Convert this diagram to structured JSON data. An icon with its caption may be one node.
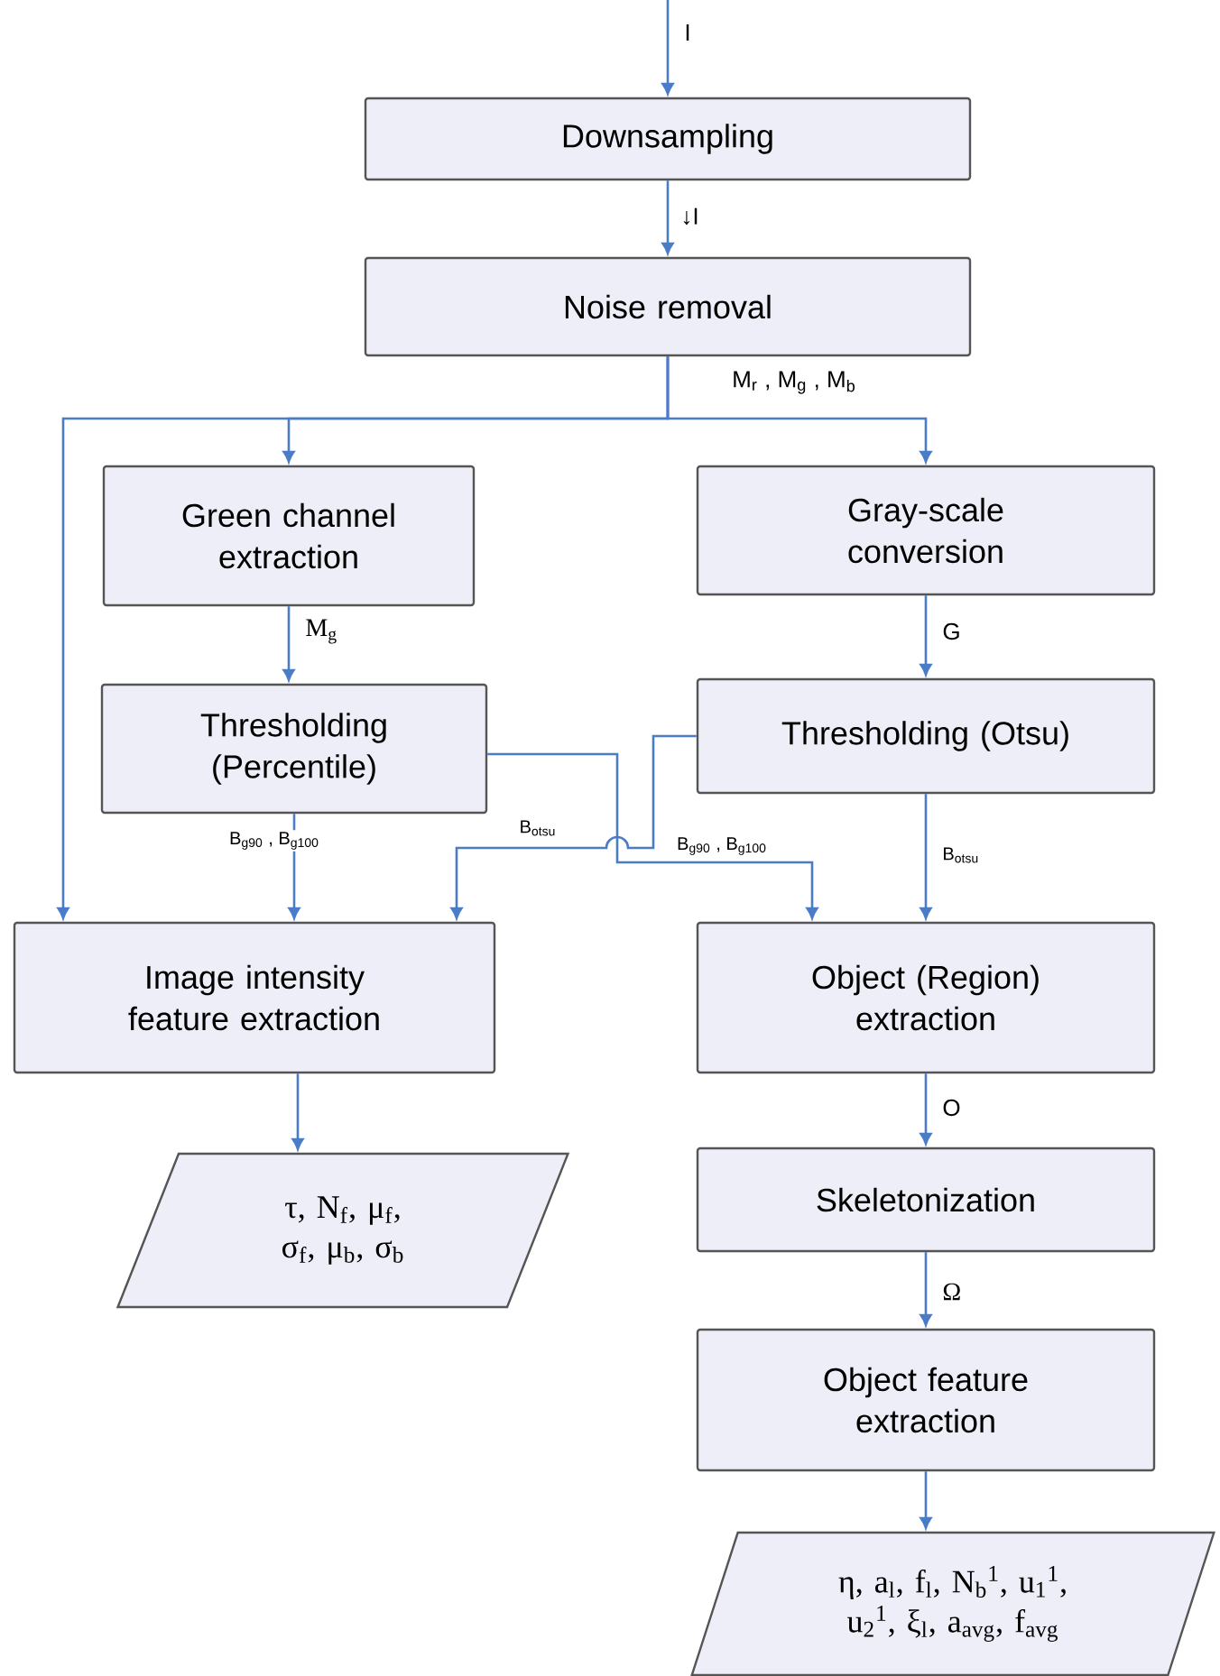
{
  "diagram": {
    "nodes": [
      {
        "text": [
          "Downsampling"
        ]
      },
      {
        "text": [
          "Noise removal"
        ]
      },
      {
        "text": [
          "Green channel extraction"
        ]
      },
      {
        "text": [
          "Gray-scale conversion"
        ]
      },
      {
        "text": [
          "Thresholding (Percentile)"
        ]
      },
      {
        "text": [
          "Thresholding (Otsu)"
        ]
      },
      {
        "text": [
          "Image intensity feature extraction"
        ]
      },
      {
        "text": [
          "Object (Region) extraction"
        ]
      },
      {
        "text": [
          "τ, N$_{f}$, μ$_{f}$, σ$_{f}$, μ$_{b}$, σ$_{b}$"
        ]
      },
      {
        "text": [
          "Skeletonization"
        ]
      },
      {
        "text": [
          "Object feature extraction"
        ]
      },
      {
        "text": [
          "η, a$_{l}$, f$_{l}$, N$_{b}$$^{1}$, u$_{1}$$^{1}$, u$_{2}$$^{1}$, ξ$_{l}$, a$_{avg}$, f$_{avg}$"
        ]
      }
    ],
    "edges": [
      {
        "from": null,
        "to": 0,
        "arrow": "to",
        "label": "I"
      },
      {
        "from": 0,
        "to": 1,
        "arrow": "to",
        "label": "↓I"
      },
      {
        "from": 1,
        "to": 2,
        "arrow": "to",
        "label": "M$_{r}$ , M$_{g}$ , M$_{b}$"
      },
      {
        "from": 1,
        "to": 3,
        "arrow": "to"
      },
      {
        "from": 1,
        "to": 6,
        "arrow": "to"
      },
      {
        "from": 2,
        "to": 4,
        "arrow": "to",
        "label": "M$_{g}$"
      },
      {
        "from": 3,
        "to": 5,
        "arrow": "to",
        "label": "G"
      },
      {
        "from": 4,
        "to": 6,
        "arrow": "to",
        "label": "B$_{g90}$ , B$_{g100}$"
      },
      {
        "from": 4,
        "to": 7,
        "arrow": "to",
        "label": "B$_{g90}$ , B$_{g100}$"
      },
      {
        "from": 5,
        "to": 6,
        "arrow": "to",
        "label": "B$_{otsu}$"
      },
      {
        "from": 5,
        "to": 7,
        "arrow": "to",
        "label": "B$_{otsu}$"
      },
      {
        "from": 6,
        "to": 8,
        "arrow": "to"
      },
      {
        "from": 7,
        "to": 9,
        "arrow": "to",
        "label": "O"
      },
      {
        "from": 9,
        "to": 10,
        "arrow": "to",
        "label": "Ω"
      },
      {
        "from": 10,
        "to": 11,
        "arrow": "to"
      }
    ]
  }
}
